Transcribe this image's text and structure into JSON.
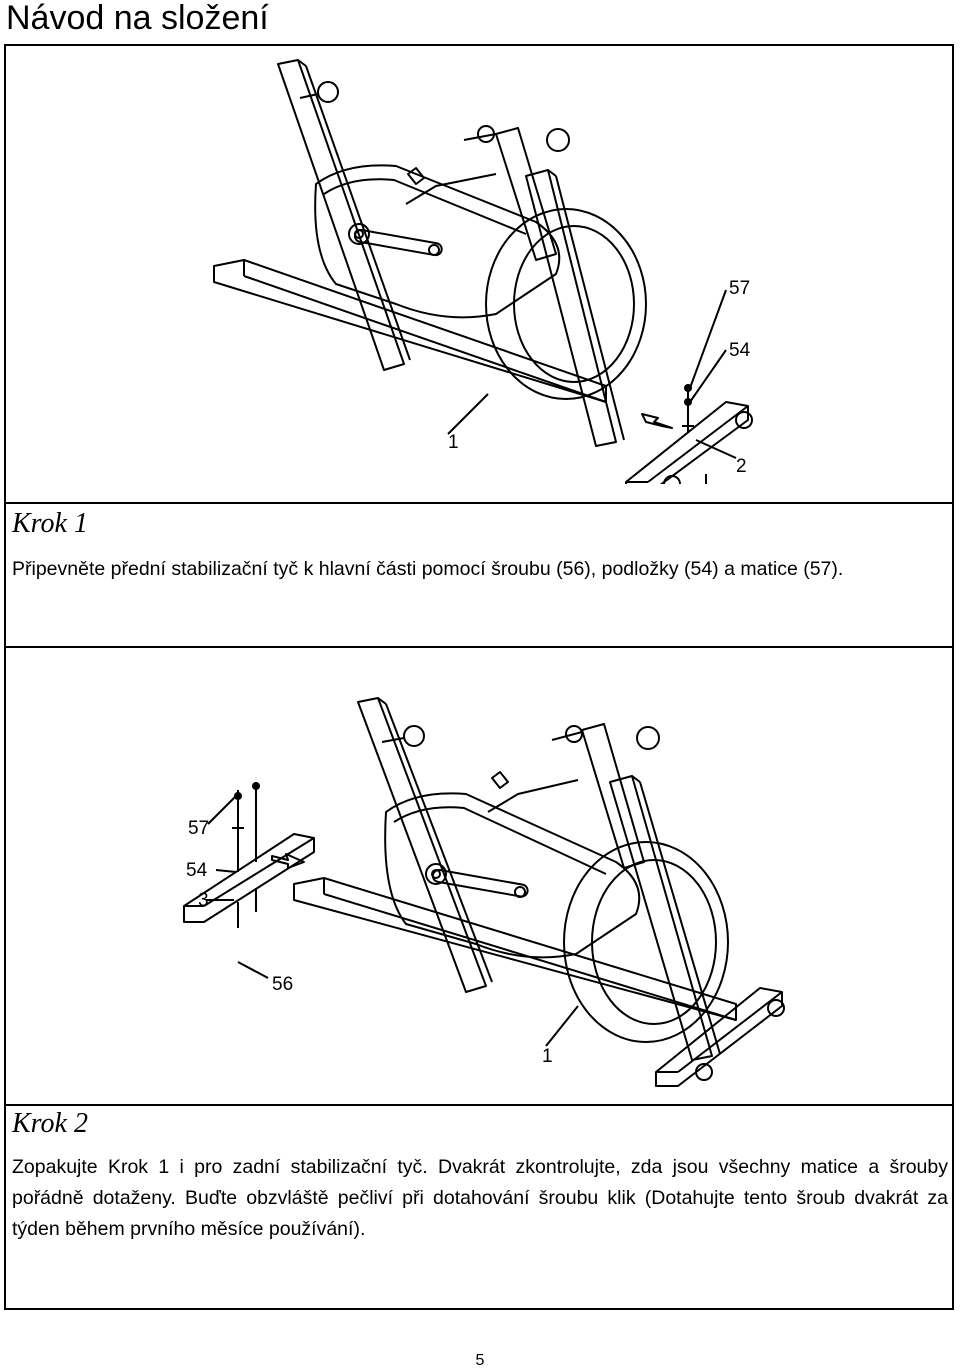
{
  "page_title": "Návod na složení",
  "steps": [
    {
      "title": "Krok 1",
      "text": "Připevněte přední stabilizační tyč k hlavní části pomocí šroubu (56), podložky (54) a matice (57).",
      "figure_labels": [
        "57",
        "54",
        "1",
        "2"
      ]
    },
    {
      "title": "Krok 2",
      "text": "Zopakujte Krok 1 i pro zadní stabilizační tyč. Dvakrát zkontrolujte, zda jsou všechny matice a šrouby pořádně dotaženy. Buďte obzvláště pečliví při dotahování šroubu klik (Dotahujte tento šroub dvakrát za týden během prvního měsíce používání).",
      "figure_labels": [
        "57",
        "54",
        "3",
        "56",
        "1"
      ]
    }
  ],
  "page_number": "5"
}
